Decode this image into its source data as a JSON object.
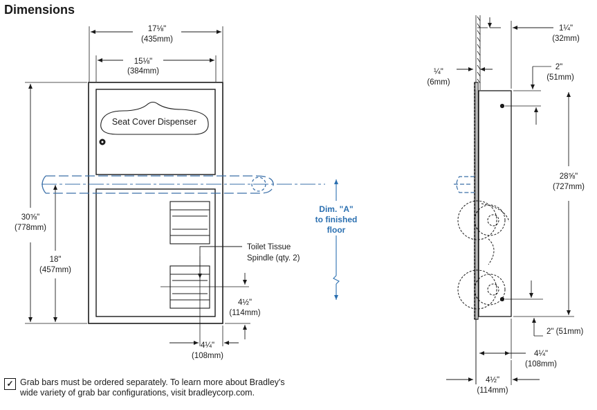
{
  "title": "Dimensions",
  "front": {
    "width_outer": [
      "17⅛\"",
      "(435mm)"
    ],
    "width_inner": [
      "15⅛\"",
      "(384mm)"
    ],
    "height_total": [
      "30⅝\"",
      "(778mm)"
    ],
    "height_spindle": [
      "18\"",
      "(457mm)"
    ],
    "seat_label": "Seat Cover Dispenser",
    "spindle_label": [
      "Toilet Tissue",
      "Spindle (qty. 2)"
    ],
    "spindle_offset_v": [
      "4½\"",
      "(114mm)"
    ],
    "spindle_offset_h": [
      "4¼\"",
      "(108mm)"
    ],
    "dim_a": [
      "Dim. \"A\"",
      "to finished",
      "floor"
    ]
  },
  "side": {
    "flange": [
      "¼\"",
      "(6mm)"
    ],
    "projection": [
      "1¼\"",
      "(32mm)"
    ],
    "top_offset": [
      "2\"",
      "(51mm)"
    ],
    "height": [
      "28⅝\"",
      "(727mm)"
    ],
    "bottom_offset": "2\" (51mm)",
    "depth_inner": [
      "4¼\"",
      "(108mm)"
    ],
    "depth_outer": [
      "4½\"",
      "(114mm)"
    ]
  },
  "note": {
    "check_icon": "checkbox-checked-icon",
    "lines": [
      "Grab bars must be ordered separately. To learn more about Bradley's",
      "wide variety of grab bar configurations, visit bradleycorp.com."
    ]
  }
}
